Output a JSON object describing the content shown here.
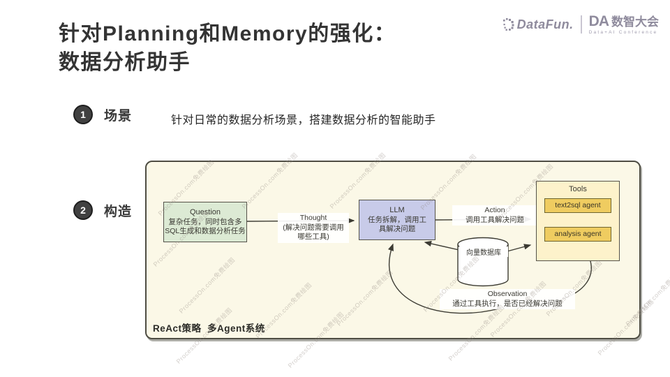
{
  "header": {
    "title_line1": "针对Planning和Memory的强化：",
    "title_line2": "数据分析助手",
    "logo": {
      "brand": "DataFun.",
      "conference_abbr": "DA",
      "conference_name": "数智大会",
      "conference_sub": "Data+AI Conference"
    }
  },
  "sections": [
    {
      "num": "1",
      "label": "场景",
      "text": "针对日常的数据分析场景，搭建数据分析的智能助手"
    },
    {
      "num": "2",
      "label": "构造"
    }
  ],
  "diagram": {
    "question": {
      "title": "Question",
      "line1": "复杂任务，同时包含多",
      "line2": "SQL生成和数据分析任务"
    },
    "thought": {
      "title": "Thought",
      "line1": "(解决问题需要调用",
      "line2": "哪些工具)"
    },
    "llm": {
      "title": "LLM",
      "line1": "任务拆解，调用工",
      "line2": "具解决问题"
    },
    "action": {
      "title": "Action",
      "line1": "调用工具解决问题"
    },
    "tools": {
      "title": "Tools",
      "agents": [
        "text2sql agent",
        "analysis agent"
      ]
    },
    "vector_db": "向量数据库",
    "observation": {
      "title": "Observation",
      "line1": "通过工具执行，是否已经解决问题"
    },
    "caption": "ReAct策略  多Agent系统",
    "watermark": "ProcessOn.com免费绘图"
  },
  "colors": {
    "question_fill": "#dcead4",
    "llm_fill": "#c8cbe9",
    "tools_fill": "#fdf2cb",
    "agent_fill": "#efcc60",
    "canvas_fill": "#fbf8e7",
    "stroke": "#4e4d43",
    "logo": "#8f8b9d"
  }
}
